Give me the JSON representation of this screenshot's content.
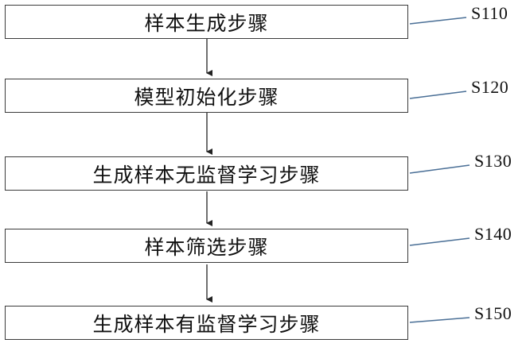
{
  "diagram": {
    "steps": [
      {
        "label": "S110",
        "text": "样本生成步骤"
      },
      {
        "label": "S120",
        "text": "模型初始化步骤"
      },
      {
        "label": "S130",
        "text": "生成样本无监督学习步骤"
      },
      {
        "label": "S140",
        "text": "样本筛选步骤"
      },
      {
        "label": "S150",
        "text": "生成样本有监督学习步骤"
      }
    ],
    "colors": {
      "box_border": "#3a3a3a",
      "arrow": "#222222",
      "leader_line": "#4a6f96",
      "text": "#111111"
    }
  }
}
